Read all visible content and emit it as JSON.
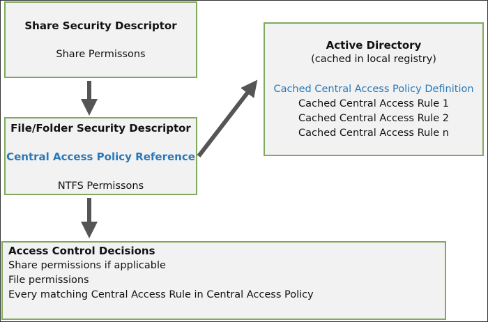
{
  "share_box": {
    "title": "Share Security Descriptor",
    "subtitle": "Share Permissons"
  },
  "file_box": {
    "title": "File/Folder Security Descriptor",
    "policy_ref": "Central Access Policy Reference",
    "ntfs": "NTFS Permissons"
  },
  "ad_box": {
    "title": "Active Directory",
    "subtitle": "(cached in local registry)",
    "definition": "Cached Central Access Policy Definition",
    "rules": [
      "Cached Central Access Rule 1",
      "Cached Central Access Rule 2",
      "Cached Central Access Rule n"
    ]
  },
  "acd_box": {
    "title": "Access Control Decisions",
    "items": [
      "Share permissions if applicable",
      "File permissions",
      "Every matching Central Access Rule in Central Access Policy"
    ]
  },
  "colors": {
    "box_border": "#7faa5e",
    "box_fill": "#f2f2f2",
    "accent_blue": "#2a78b8",
    "arrow": "#555555"
  }
}
